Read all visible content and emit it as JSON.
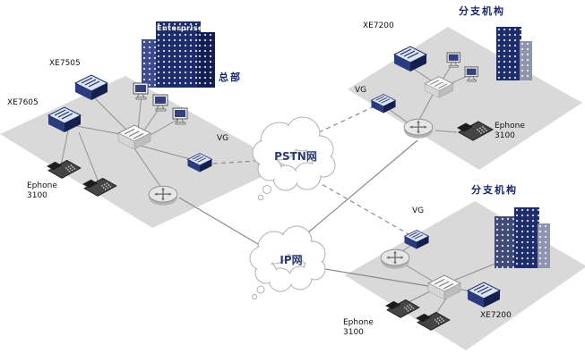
{
  "colors": {
    "device_navy": "#1d2c6a",
    "platform_gray": "#d9d9d9",
    "connector_gray": "#8a8a8a",
    "label_navy": "#1b2a66"
  },
  "clouds": {
    "pstn_label": "PSTN网",
    "ip_label": "IP网"
  },
  "hq": {
    "title": "总部",
    "building_name": "Enterprise",
    "xe7505_label": "XE7505",
    "xe7605_label": "XE7605",
    "vg_label": "VG",
    "ephone_label": "Ephone\n3100"
  },
  "branch_top": {
    "title": "分支机构",
    "xe7200_label": "XE7200",
    "vg_label": "VG",
    "ephone_label": "Ephone\n3100"
  },
  "branch_bottom": {
    "title": "分支机构",
    "xe7200_label": "XE7200",
    "vg_label": "VG",
    "ephone_label": "Ephone\n3100"
  }
}
